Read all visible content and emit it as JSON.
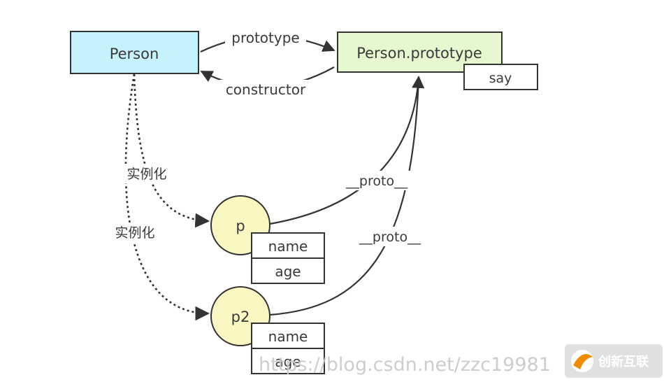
{
  "nodes": {
    "person": "Person",
    "person_prototype": "Person.prototype",
    "say": "say",
    "p": "p",
    "p2": "p2",
    "p_fields": [
      "name",
      "age"
    ],
    "p2_fields": [
      "name",
      "age"
    ]
  },
  "edges": {
    "prototype": "prototype",
    "constructor": "constructor",
    "instantiate_1": "实例化",
    "instantiate_2": "实例化",
    "proto_1": "__proto__",
    "proto_2": "__proto__"
  },
  "watermark": {
    "url": "https://blog.csdn.net/zzc19981",
    "logo_text": "创新互联"
  },
  "colors": {
    "person_fill": "#c6f2fb",
    "prototype_fill": "#e6f8cf",
    "circle_fill": "#fbf7c2",
    "stroke": "#333333"
  }
}
